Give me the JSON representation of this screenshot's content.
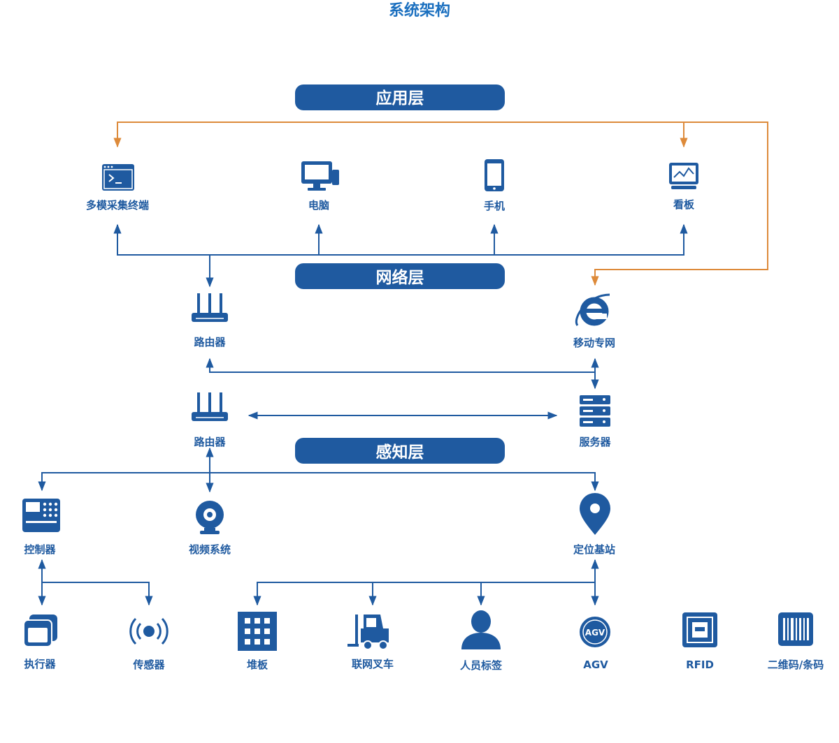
{
  "title": "系统架构",
  "colors": {
    "primary": "#1f5aa0",
    "accent": "#dd8a3a",
    "title": "#1a6fbf"
  },
  "layers": {
    "application": "应用层",
    "network": "网络层",
    "perception": "感知层"
  },
  "nodes": {
    "terminal": {
      "label": "多模采集终端",
      "icon": "terminal-icon"
    },
    "pc": {
      "label": "电脑",
      "icon": "monitor-icon"
    },
    "phone": {
      "label": "手机",
      "icon": "phone-icon"
    },
    "board": {
      "label": "看板",
      "icon": "dashboard-icon"
    },
    "router_top": {
      "label": "路由器",
      "icon": "router-icon"
    },
    "mobile_net": {
      "label": "移动专网",
      "icon": "ie-browser-icon"
    },
    "router_mid": {
      "label": "路由器",
      "icon": "router-icon"
    },
    "server": {
      "label": "服务器",
      "icon": "server-icon"
    },
    "controller": {
      "label": "控制器",
      "icon": "controller-icon"
    },
    "video": {
      "label": "视频系统",
      "icon": "camera-icon"
    },
    "base_station": {
      "label": "定位基站",
      "icon": "location-pin-icon"
    },
    "actuator": {
      "label": "执行器",
      "icon": "window-stack-icon"
    },
    "sensor": {
      "label": "传感器",
      "icon": "signal-icon"
    },
    "rack": {
      "label": "堆板",
      "icon": "rack-icon"
    },
    "forklift": {
      "label": "联网叉车",
      "icon": "forklift-icon"
    },
    "person_tag": {
      "label": "人员标签",
      "icon": "person-icon"
    },
    "agv": {
      "label": "AGV",
      "icon": "agv-icon",
      "badge": "AGV"
    },
    "rfid": {
      "label": "RFID",
      "icon": "rfid-chip-icon"
    },
    "barcode": {
      "label": "二维码/条码",
      "icon": "barcode-icon"
    }
  }
}
